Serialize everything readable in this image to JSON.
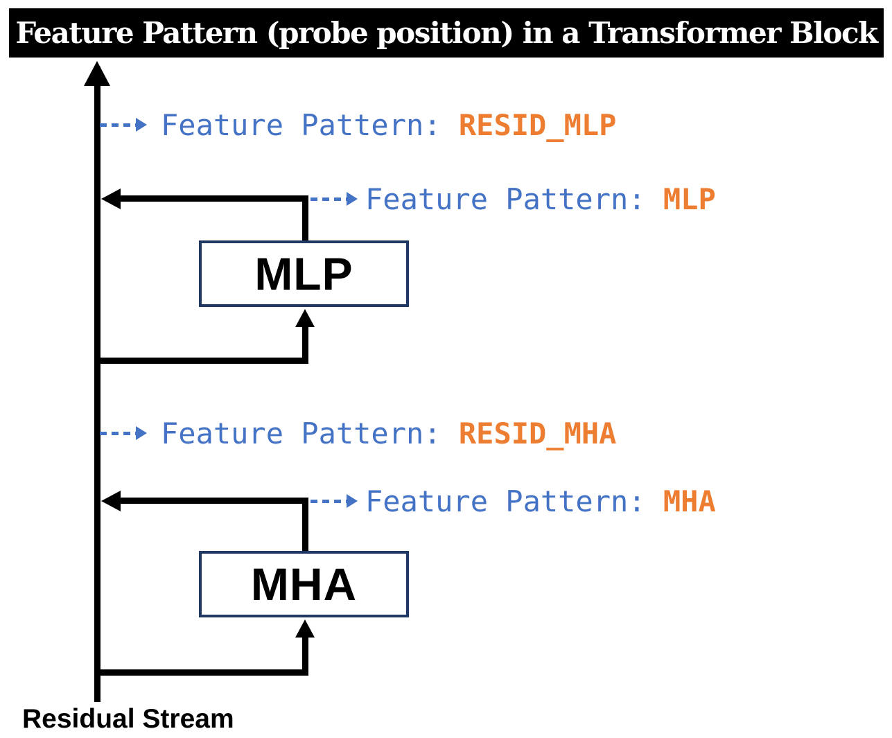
{
  "title": "Feature Pattern (probe position) in a Transformer Block",
  "colors": {
    "blue": "#4472C4",
    "orange": "#ED7D31",
    "navy": "#1F3864",
    "ink": "#000000",
    "bg": "#FFFFFF"
  },
  "probe_labels": [
    {
      "prefix": "Feature Pattern: ",
      "value": "RESID_MLP"
    },
    {
      "prefix": "Feature Pattern: ",
      "value": "MLP"
    },
    {
      "prefix": "Feature Pattern: ",
      "value": "RESID_MHA"
    },
    {
      "prefix": "Feature Pattern: ",
      "value": "MHA"
    }
  ],
  "blocks": {
    "mlp": "MLP",
    "mha": "MHA"
  },
  "residual_stream_label": "Residual Stream"
}
